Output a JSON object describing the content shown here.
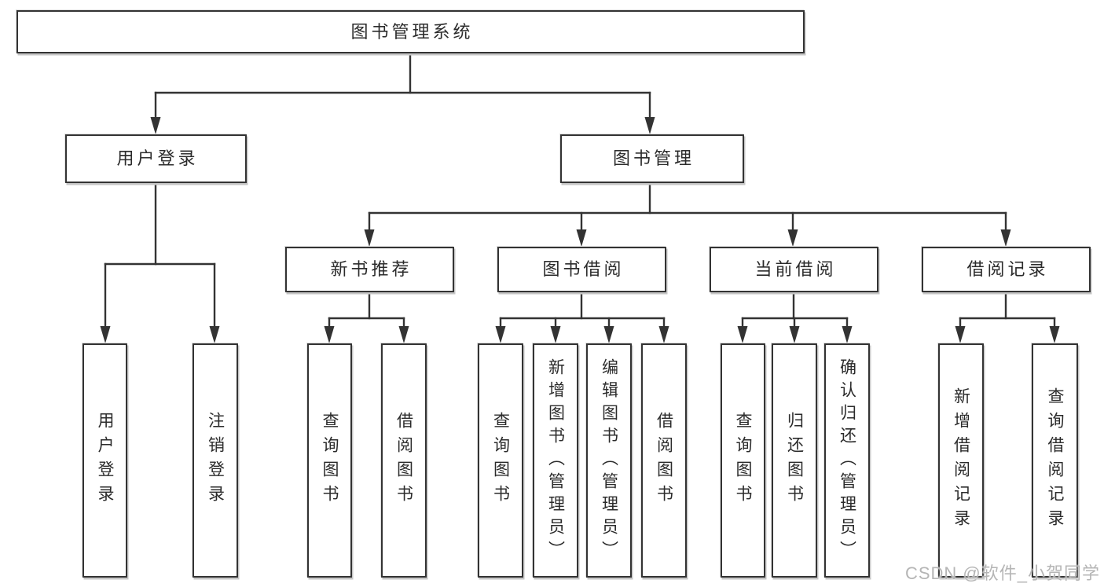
{
  "diagram": {
    "root": {
      "label": "图书管理系统"
    },
    "branches": [
      {
        "label": "用户登录",
        "children": [
          {
            "label": "用户登录"
          },
          {
            "label": "注销登录"
          }
        ]
      },
      {
        "label": "图书管理",
        "children": [
          {
            "label": "新书推荐",
            "children": [
              {
                "label": "查询图书"
              },
              {
                "label": "借阅图书"
              }
            ]
          },
          {
            "label": "图书借阅",
            "children": [
              {
                "label": "查询图书"
              },
              {
                "label": "新增图书（管理员）"
              },
              {
                "label": "编辑图书（管理员）"
              },
              {
                "label": "借阅图书"
              }
            ]
          },
          {
            "label": "当前借阅",
            "children": [
              {
                "label": "查询图书"
              },
              {
                "label": "归还图书"
              },
              {
                "label": "确认归还（管理员）"
              }
            ]
          },
          {
            "label": "借阅记录",
            "children": [
              {
                "label": "新增借阅记录"
              },
              {
                "label": "查询借阅记录"
              }
            ]
          }
        ]
      }
    ]
  },
  "watermark": {
    "text": "CSDN @软件_小贺同学"
  },
  "colors": {
    "line": "#333333",
    "text": "#2b2b2b",
    "box_bg": "#ffffff",
    "watermark": "#b5b5b5",
    "background": "#ffffff"
  }
}
